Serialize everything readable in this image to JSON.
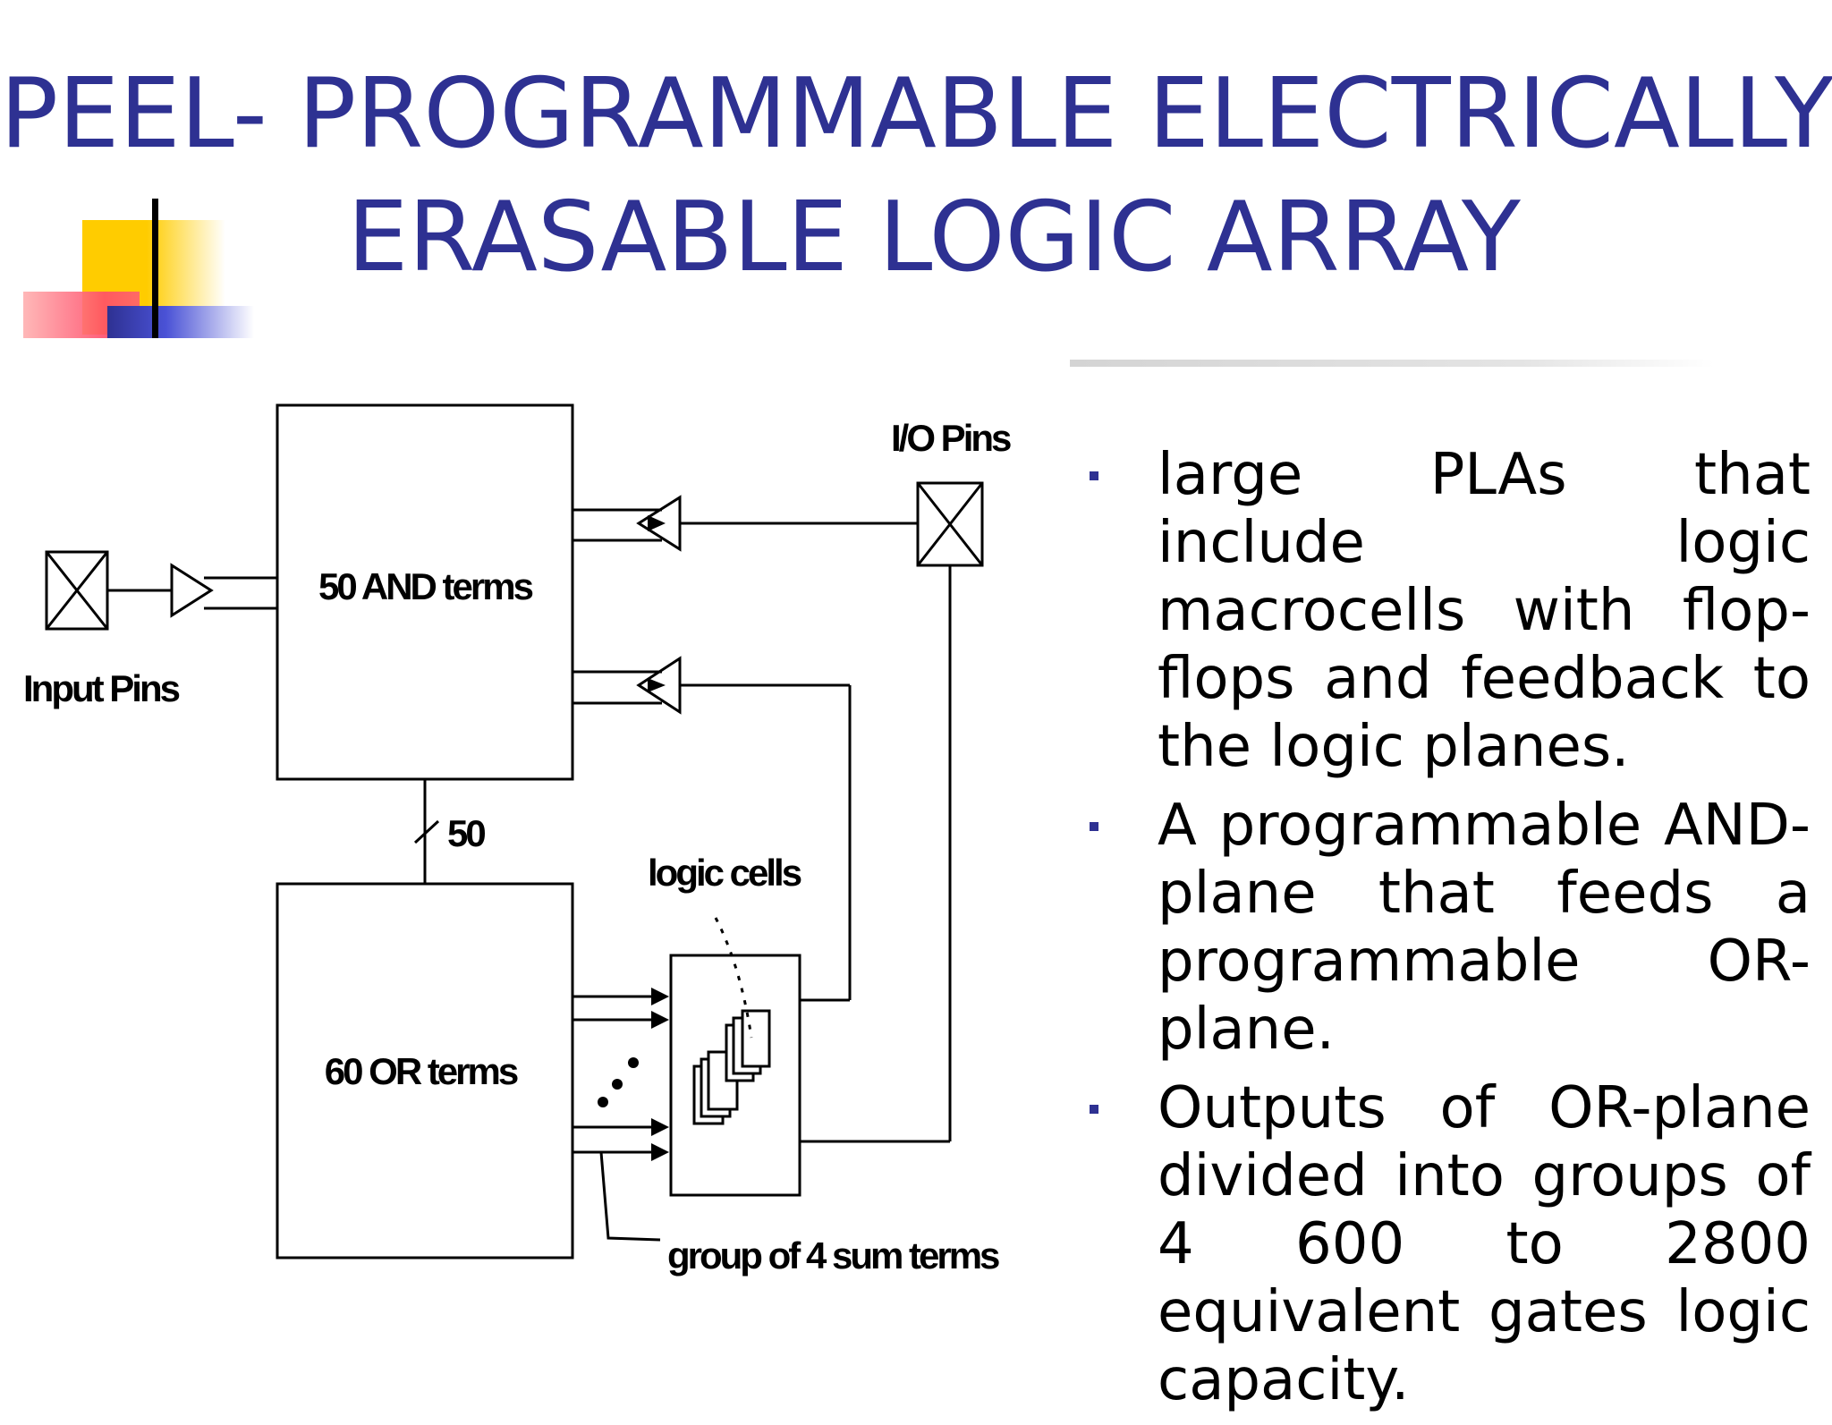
{
  "title": {
    "line1": "PEEL- PROGRAMMABLE ELECTRICALLY",
    "line2": "ERASABLE LOGIC ARRAY"
  },
  "colors": {
    "title": "#2e3192",
    "bullet": "#2e3192",
    "deco_yellow": "#ffcc00",
    "deco_red": "#ff4d6a",
    "deco_blue": "#2e3192"
  },
  "diagram": {
    "and_block_label": "50 AND terms",
    "or_block_label": "60 OR terms",
    "input_pins_label": "Input Pins",
    "io_pins_label": "I/O Pins",
    "bus_width_label": "50",
    "logic_cells_label": "logic cells",
    "group_label": "group of 4 sum terms"
  },
  "bullets": [
    {
      "text": "large PLAs that include logic macrocells with flop-flops and feedback to the logic planes."
    },
    {
      "text": "A programmable AND-plane that feeds a programmable OR-plane."
    },
    {
      "text": "Outputs of OR-plane divided into groups of 4 600 to 2800 equivalent gates logic capacity."
    }
  ]
}
